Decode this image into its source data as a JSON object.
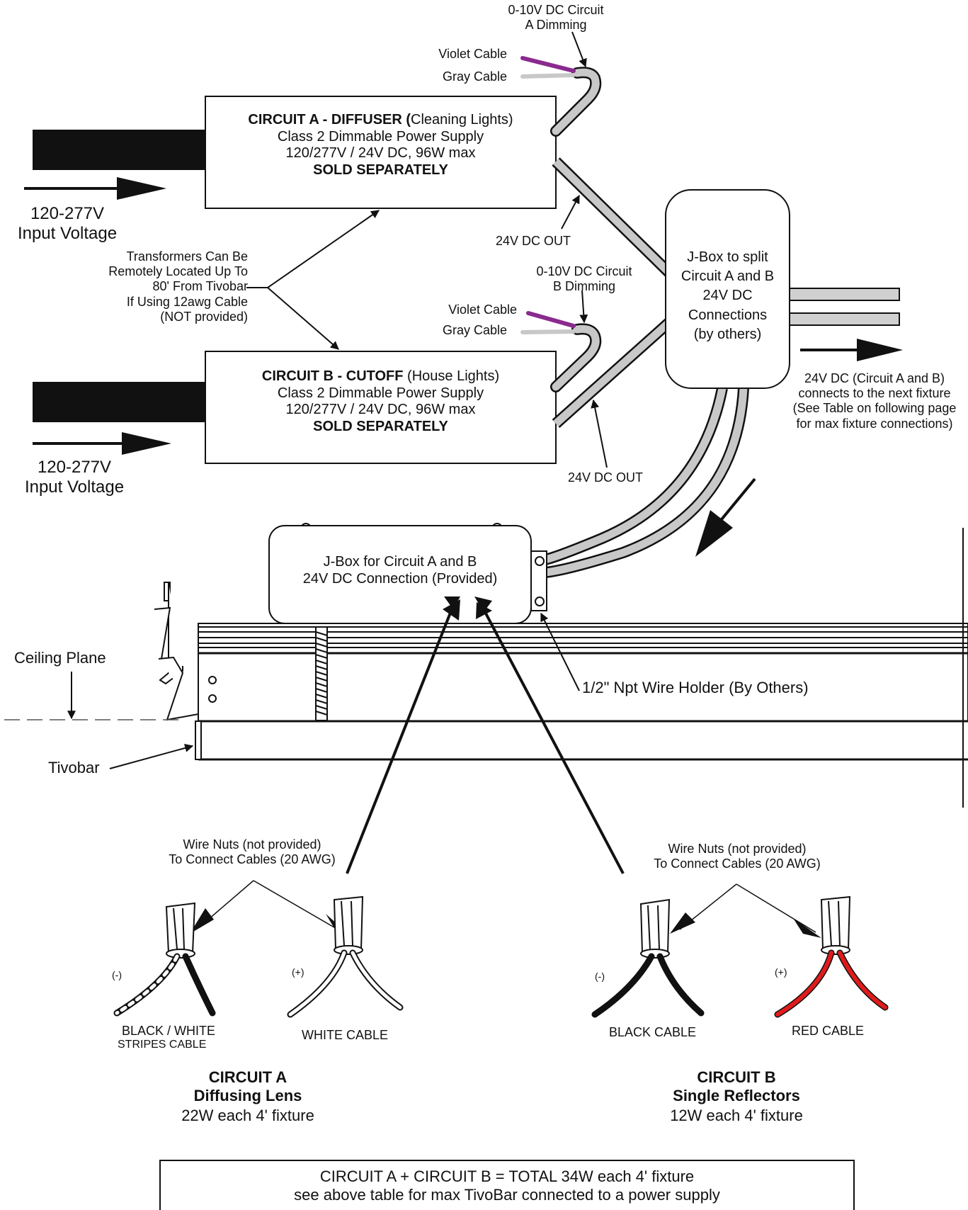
{
  "circuit_a_box": {
    "title_bold": "CIRCUIT A - DIFFUSER (",
    "title_normal": "Cleaning Lights)",
    "line2": "Class 2 Dimmable Power Supply",
    "line3": "120/277V / 24V DC, 96W max",
    "line4": "SOLD SEPARATELY"
  },
  "circuit_b_box": {
    "title_bold": "CIRCUIT B - CUTOFF",
    "title_normal": " (House Lights)",
    "line2": "Class 2 Dimmable Power Supply",
    "line3": "120/277V / 24V DC, 96W max",
    "line4": "SOLD SEPARATELY"
  },
  "dimming_a": {
    "line1": "0-10V DC Circuit",
    "line2": "A Dimming"
  },
  "dimming_b": {
    "line1": "0-10V DC Circuit",
    "line2": "B Dimming"
  },
  "cables": {
    "violet": "Violet Cable",
    "gray": "Gray Cable"
  },
  "out_label": "24V DC OUT",
  "input_voltage": {
    "line1": "120-277V",
    "line2": "Input Voltage"
  },
  "transformer_note": [
    "Transformers Can Be",
    "Remotely Located Up To",
    "80' From Tivobar",
    "If Using 12awg Cable",
    "(NOT provided)"
  ],
  "jbox_split": [
    "J-Box to split",
    "Circuit A and B",
    "24V DC",
    "Connections",
    "(by others)"
  ],
  "next_fixture_note": [
    "24V DC (Circuit A and B)",
    "connects to the next fixture",
    "(See Table on following page",
    "for max fixture connections)"
  ],
  "jbox_provided": [
    "J-Box for Circuit A and B",
    "24V DC Connection (Provided)"
  ],
  "ceiling_plane": "Ceiling Plane",
  "tivobar": "Tivobar",
  "wire_holder": "1/2\" Npt Wire Holder (By Others)",
  "wire_nuts": {
    "line1": "Wire Nuts (not provided)",
    "line2": "To Connect Cables (20 AWG)"
  },
  "polarity": {
    "neg": "(-)",
    "pos": "(+)"
  },
  "circuit_a_cables": {
    "neg_line1": "BLACK / WHITE",
    "neg_line2": "STRIPES CABLE",
    "pos": "WHITE CABLE"
  },
  "circuit_b_cables": {
    "neg": "BLACK CABLE",
    "pos": "RED CABLE"
  },
  "circuit_a_summary": {
    "title": "CIRCUIT A",
    "subtitle": "Diffusing Lens",
    "watt": "22W  each 4' fixture"
  },
  "circuit_b_summary": {
    "title": "CIRCUIT B",
    "subtitle": "Single Reflectors",
    "watt": "12W each 4' fixture"
  },
  "total_box": {
    "line1": "CIRCUIT A + CIRCUIT B = TOTAL 34W  each 4' fixture",
    "line2": "see above table for max TivoBar connected to a power supply"
  },
  "colors": {
    "violet": "#8a2a8e",
    "gray_cable": "#c8c8c8",
    "red": "#e01b1b",
    "black": "#111111"
  }
}
